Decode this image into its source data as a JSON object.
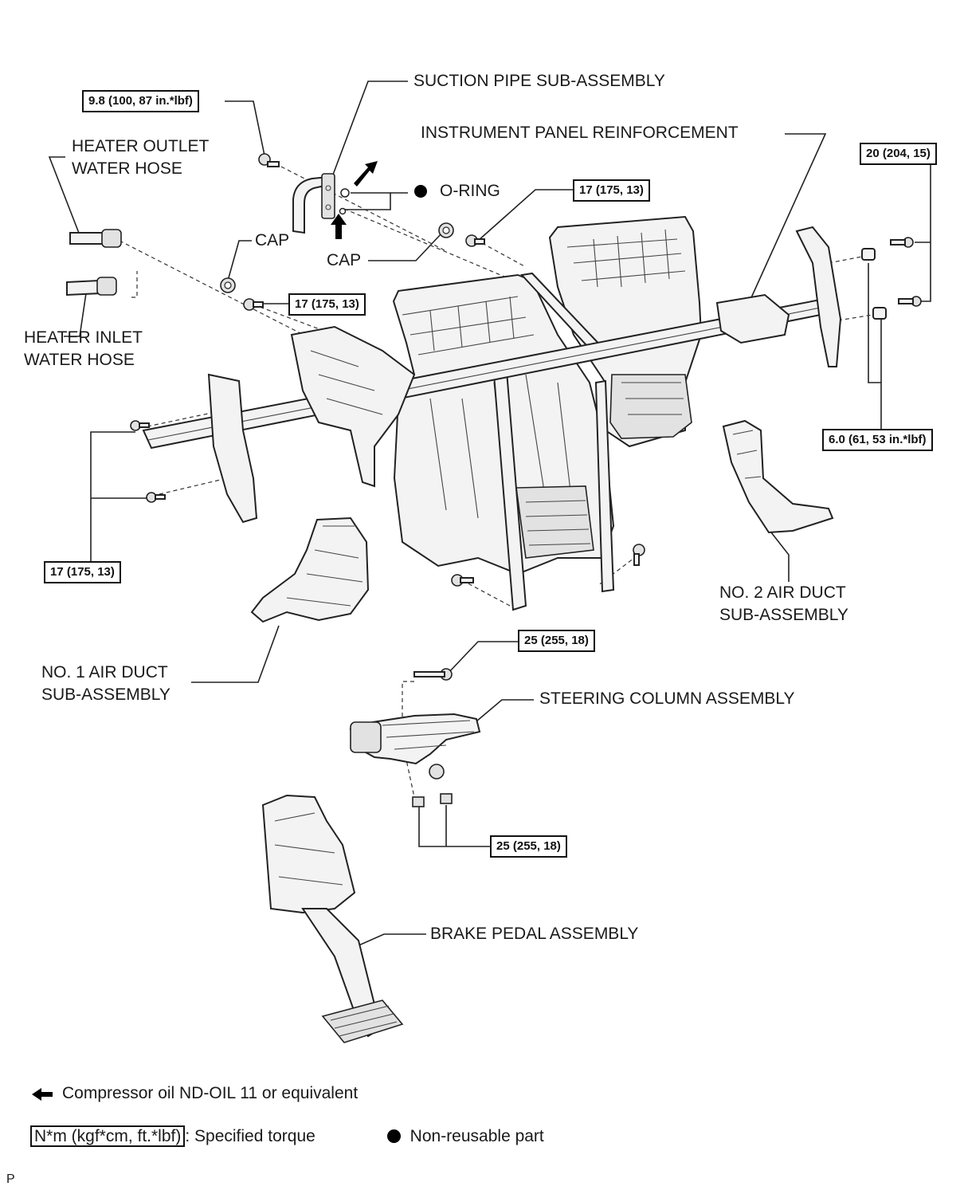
{
  "labels": {
    "suction_pipe": "SUCTION PIPE SUB-ASSEMBLY",
    "instrument_panel": "INSTRUMENT PANEL REINFORCEMENT",
    "heater_outlet": [
      "HEATER OUTLET",
      "WATER HOSE"
    ],
    "heater_inlet": [
      "HEATER INLET",
      "WATER HOSE"
    ],
    "o_ring": "O-RING",
    "cap_left": "CAP",
    "cap_right": "CAP",
    "no2_air_duct": [
      "NO. 2 AIR DUCT",
      "SUB-ASSEMBLY"
    ],
    "no1_air_duct": [
      "NO. 1 AIR DUCT",
      "SUB-ASSEMBLY"
    ],
    "steering_column": "STEERING COLUMN ASSEMBLY",
    "brake_pedal": "BRAKE PEDAL ASSEMBLY"
  },
  "torques": {
    "suction_bolt": "9.8 (100, 87 in.*lbf)",
    "cap_bolt": "17 (175, 13)",
    "center_bolt": "17 (175, 13)",
    "left_bracket": "17 (175, 13)",
    "right_upper": "20 (204, 15)",
    "right_lower": "6.0 (61, 53 in.*lbf)",
    "column_bolt": "25 (255, 18)",
    "column_nuts": "25 (255, 18)"
  },
  "legend": {
    "oil": "Compressor oil ND-OIL 11 or equivalent",
    "torque_box": "N*m (kgf*cm, ft.*lbf)",
    "torque_desc": ": Specified torque",
    "nonreusable": "Non-reusable part"
  },
  "corner_mark": "P"
}
